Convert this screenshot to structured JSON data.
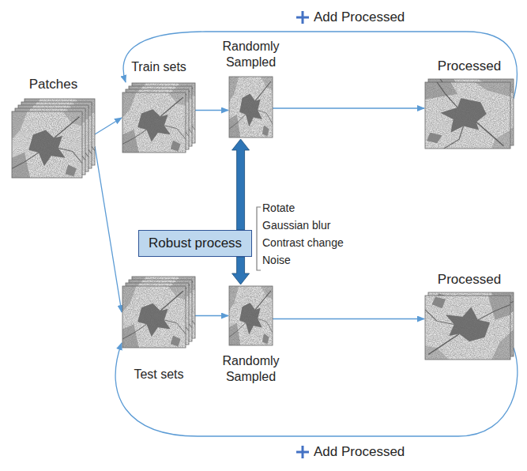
{
  "diagram": {
    "nodes": [
      {
        "text": [
          "Patches"
        ]
      },
      {
        "text": [
          "Train sets"
        ]
      },
      {
        "text": [
          "Randomly Sampled"
        ]
      },
      {
        "text": [
          "Processed"
        ]
      },
      {
        "text": [
          "Robust process"
        ]
      },
      {
        "text": [
          "Test sets"
        ]
      },
      {
        "text": [
          "Randomly Sampled"
        ]
      },
      {
        "text": [
          "Processed"
        ]
      }
    ],
    "edges": [
      {
        "from": 0,
        "to": 1,
        "arrow": "to"
      },
      {
        "from": 0,
        "to": 5,
        "arrow": "to"
      },
      {
        "from": 1,
        "to": 2,
        "arrow": "to"
      },
      {
        "from": 2,
        "to": 3,
        "arrow": "to"
      },
      {
        "from": 3,
        "to": 1,
        "label": "Add Processed",
        "arrow": "to"
      },
      {
        "from": 4,
        "to": 2,
        "arrow": "to"
      },
      {
        "from": 4,
        "to": 6,
        "arrow": "to"
      },
      {
        "from": 5,
        "to": 6,
        "arrow": "to"
      },
      {
        "from": 6,
        "to": 7,
        "arrow": "to"
      },
      {
        "from": 7,
        "to": 5,
        "label": "Add Processed",
        "arrow": "to"
      }
    ],
    "labels": [
      "Rotate",
      "Gaussian blur",
      "Contrast change",
      "Noise"
    ]
  }
}
